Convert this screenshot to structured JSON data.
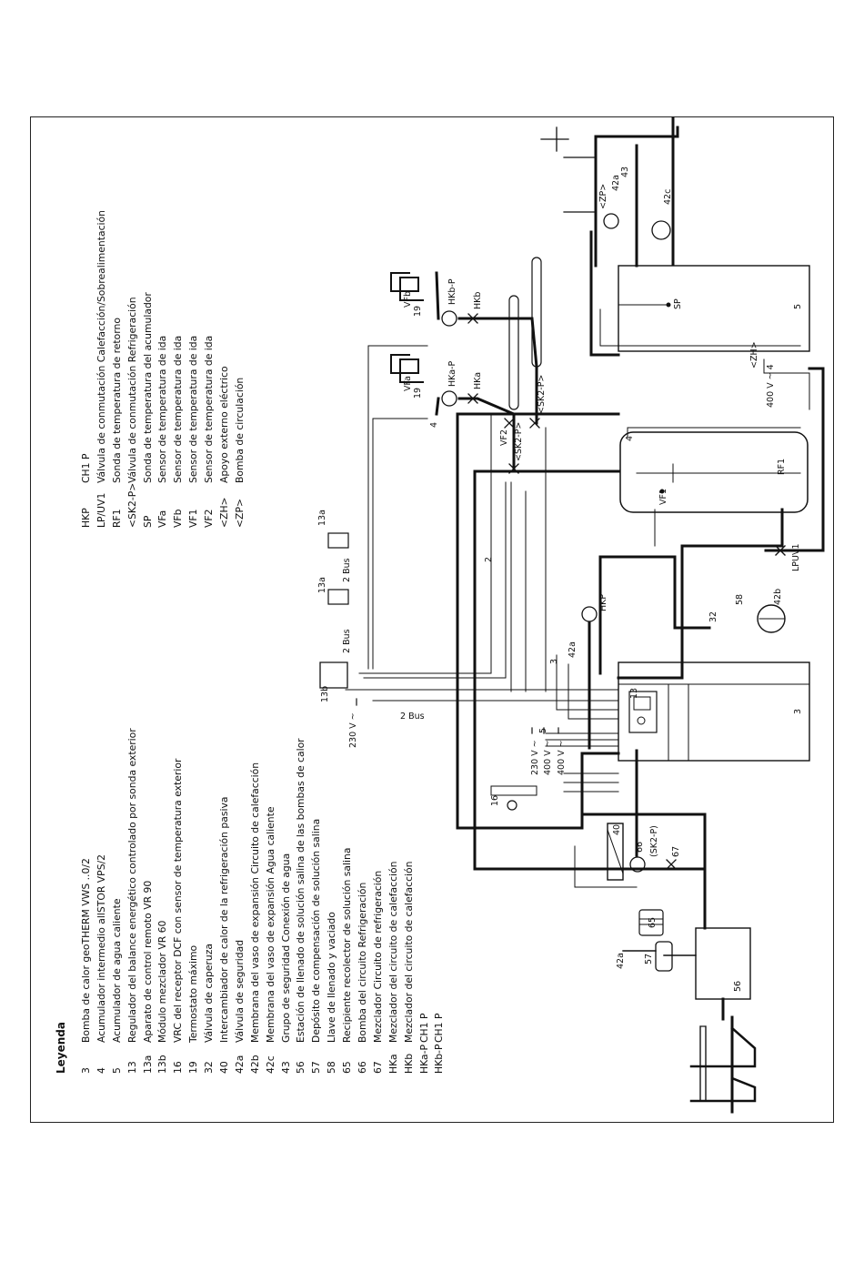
{
  "legend": {
    "title": "Leyenda",
    "col1": [
      {
        "key": "3",
        "text": "Bomba de calor geoTHERM VWS ..0/2"
      },
      {
        "key": "4",
        "text": "Acumulador intermedio allSTOR VPS/2"
      },
      {
        "key": "5",
        "text": "Acumulador de agua caliente"
      },
      {
        "key": "13",
        "text": "Regulador del balance energético controlado por sonda exterior"
      },
      {
        "key": "13a",
        "text": "Aparato de control remoto VR 90"
      },
      {
        "key": "13b",
        "text": "Módulo mezclador VR 60"
      },
      {
        "key": "16",
        "text": "VRC del receptor DCF con sensor de temperatura exterior"
      },
      {
        "key": "19",
        "text": "Termostato máximo"
      },
      {
        "key": "32",
        "text": "Válvula de caperuza"
      },
      {
        "key": "40",
        "text": "Intercambiador de calor de la refrigeración pasiva"
      },
      {
        "key": "42a",
        "text": "Válvula de seguridad"
      },
      {
        "key": "42b",
        "text": "Membrana del vaso de expansión Circuito de calefacción"
      },
      {
        "key": "42c",
        "text": "Membrana del vaso de expansión Agua caliente"
      },
      {
        "key": "43",
        "text": "Grupo de seguridad Conexión de agua"
      },
      {
        "key": "56",
        "text": "Estación de llenado de solución salina de las bombas de calor"
      },
      {
        "key": "57",
        "text": "Depósito de compensación de solución salina"
      },
      {
        "key": "58",
        "text": "Llave de llenado y vaciado"
      },
      {
        "key": "65",
        "text": "Recipiente recolector de solución salina"
      },
      {
        "key": "66",
        "text": "Bomba del circuito Refrigeración"
      },
      {
        "key": "67",
        "text": "Mezclador Circuito de refrigeración"
      },
      {
        "key": "HKa",
        "text": "Mezclador del circuito de calefacción"
      },
      {
        "key": "HKb",
        "text": "Mezclador del circuito de calefacción"
      },
      {
        "key": "HKa-P",
        "text": "CH1 P"
      },
      {
        "key": "HKb-P",
        "text": "CH1 P"
      }
    ],
    "col2": [
      {
        "key": "HKP",
        "text": "CH1 P"
      },
      {
        "key": "LP/UV1",
        "text": "Válvula de conmutación Calefacción/Sobrealimentación"
      },
      {
        "key": "RF1",
        "text": "Sonda de temperatura de retorno"
      },
      {
        "key": "<SK2-P>",
        "text": "Válvula de conmutación Refrigeración"
      },
      {
        "key": "SP",
        "text": "Sonda de temperatura del acumulador"
      },
      {
        "key": "VFa",
        "text": "Sensor de temperatura de ida"
      },
      {
        "key": "VFb",
        "text": "Sensor de temperatura de ida"
      },
      {
        "key": "VF1",
        "text": "Sensor de temperatura de ida"
      },
      {
        "key": "VF2",
        "text": "Sensor de temperatura de ida"
      },
      {
        "key": "<ZH>",
        "text": "Apoyo externo eléctrico"
      },
      {
        "key": "<ZP>",
        "text": "Bomba de circulación"
      }
    ]
  },
  "diagram": {
    "comp_3": "3",
    "comp_13": "13",
    "comp_13a_1": "13a",
    "comp_13a_2": "13a",
    "comp_13b": "13b",
    "comp_4": "4",
    "comp_5": "5",
    "comp_56": "56",
    "comp_57": "57",
    "comp_65": "65",
    "comp_40": "40",
    "comp_66": "66",
    "comp_67": "67",
    "comp_16": "16",
    "comp_32": "32",
    "comp_58": "58",
    "comp_42b": "42b",
    "comp_42c": "42c",
    "comp_43": "43",
    "comp_42a_1": "42a",
    "comp_42a_2": "42a",
    "comp_42a_3": "42a",
    "comp_19a": "19",
    "comp_19b": "19",
    "sk2p_a": "<SK2-P>",
    "sk2p_b": "<SK2-P>",
    "sk2p_c": "(SK2-P)",
    "hkp": "HKP",
    "hka_p": "HKa-P",
    "hkb_p": "HKb-P",
    "hka": "HKa",
    "hkb": "HKb",
    "vfa": "VFa",
    "vfb": "VFb",
    "vf1": "VF1",
    "vf2": "VF2",
    "rf1": "RF1",
    "sp": "SP",
    "lpuv1": "LPUV1",
    "zh": "<ZH>",
    "zp": "<ZP>",
    "v230": "230 V ~",
    "v400a": "400 V ~",
    "v400b": "400 V ~",
    "v230b": "230 V ~",
    "v400zh": "400 V ~ 4",
    "bus1": "2 Bus",
    "bus2": "2 Bus",
    "bus3": "2 Bus",
    "n3": "3",
    "n4": "4",
    "n5": "5",
    "n2": "2"
  }
}
